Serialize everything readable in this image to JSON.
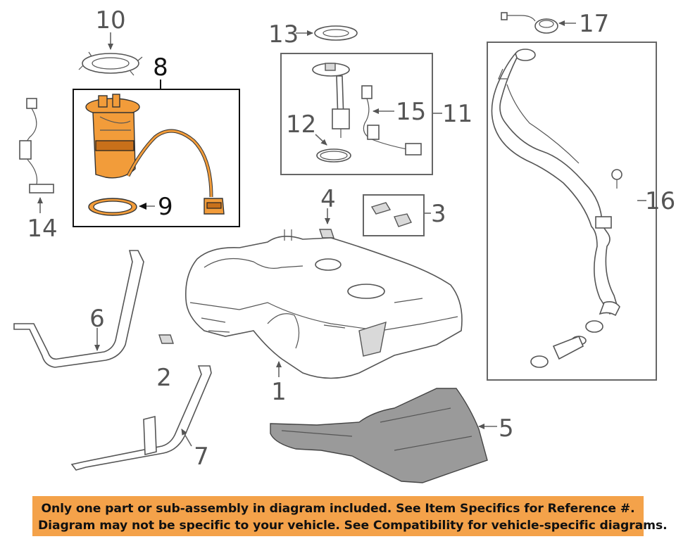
{
  "diagram": {
    "callouts": {
      "c1": "1",
      "c2": "2",
      "c3": "3",
      "c4": "4",
      "c5": "5",
      "c6": "6",
      "c7": "7",
      "c8": "8",
      "c9": "9",
      "c10": "10",
      "c11": "11",
      "c12": "12",
      "c13": "13",
      "c14": "14",
      "c15": "15",
      "c16": "16",
      "c17": "17"
    },
    "highlight_color": "#f29c3a",
    "highlighted_part": "8"
  },
  "notice": {
    "line1": "Only one part or sub-assembly in diagram included. See Item Specifics for Reference #.",
    "line2": "Diagram may not be specific to your vehicle. See Compatibility for vehicle-specific diagrams.",
    "background": "#f4a24a"
  }
}
